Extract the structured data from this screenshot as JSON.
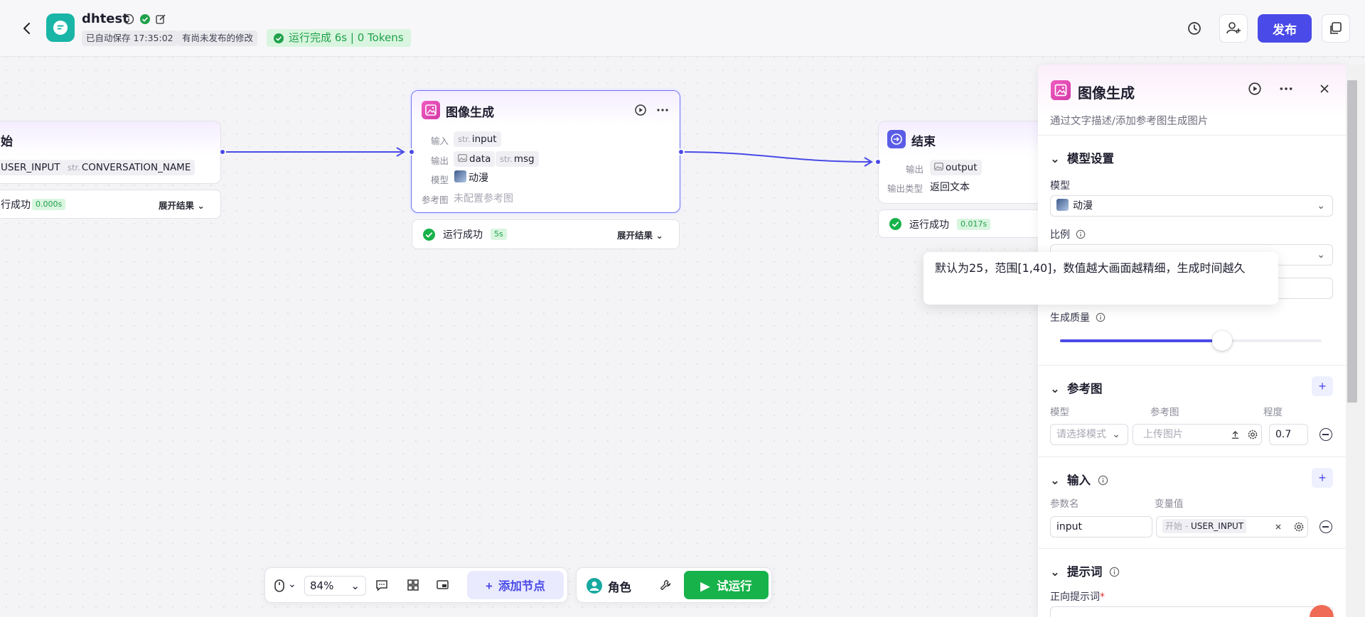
{
  "header": {
    "app_name": "dhtest",
    "autosave": "已自动保存 17:35:02",
    "unpublished": "有尚未发布的修改",
    "run_status": "运行完成 6s | 0 Tokens",
    "publish_label": "发布"
  },
  "nodes": {
    "start": {
      "title": "始",
      "var1": "USER_INPUT",
      "var2_prefix": "str.",
      "var2": "CONVERSATION_NAME",
      "result_text": "行成功",
      "result_time": "0.000s",
      "expand_label": "展开结果"
    },
    "image_gen": {
      "title": "图像生成",
      "input_label": "输入",
      "input_prefix": "str.",
      "input_var": "input",
      "output_label": "输出",
      "output_var1": "data",
      "output_prefix": "str.",
      "output_var2": "msg",
      "model_label": "模型",
      "model_value": "动漫",
      "ref_label": "参考图",
      "ref_value": "未配置参考图",
      "result_text": "运行成功",
      "result_time": "5s",
      "expand_label": "展开结果"
    },
    "end": {
      "title": "结束",
      "output_label": "输出",
      "output_var": "output",
      "output_type_label": "输出类型",
      "output_type_value": "返回文本",
      "result_text": "运行成功",
      "result_time": "0.017s"
    }
  },
  "tooltip": {
    "text": "默认为25，范围[1,40]，数值越大画面越精细，生成时间越久"
  },
  "panel": {
    "title": "图像生成",
    "description": "通过文字描述/添加参考图生成图片",
    "model_section": {
      "title": "模型设置",
      "model_label": "模型",
      "model_value": "动漫",
      "ratio_label": "比例",
      "quality_label": "生成质量",
      "quality_value": 0.62
    },
    "ref_section": {
      "title": "参考图",
      "col_model": "模型",
      "col_ref": "参考图",
      "col_degree": "程度",
      "model_placeholder": "请选择模式",
      "upload_placeholder": "上传图片",
      "degree_value": "0.7"
    },
    "input_section": {
      "title": "输入",
      "col_name": "参数名",
      "col_value": "变量值",
      "param_name": "input",
      "var_source": "开始 -",
      "var_name": "USER_INPUT"
    },
    "prompt_section": {
      "title": "提示词",
      "positive_label": "正向提示词"
    }
  },
  "toolbar": {
    "zoom": "84%",
    "add_node_label": "添加节点",
    "role_label": "角色",
    "run_label": "试运行"
  },
  "colors": {
    "accent": "#4a4ae8",
    "success": "#17b24a",
    "node_icon_pink": "#e04bb4",
    "app_icon_teal": "#19b5a7"
  }
}
